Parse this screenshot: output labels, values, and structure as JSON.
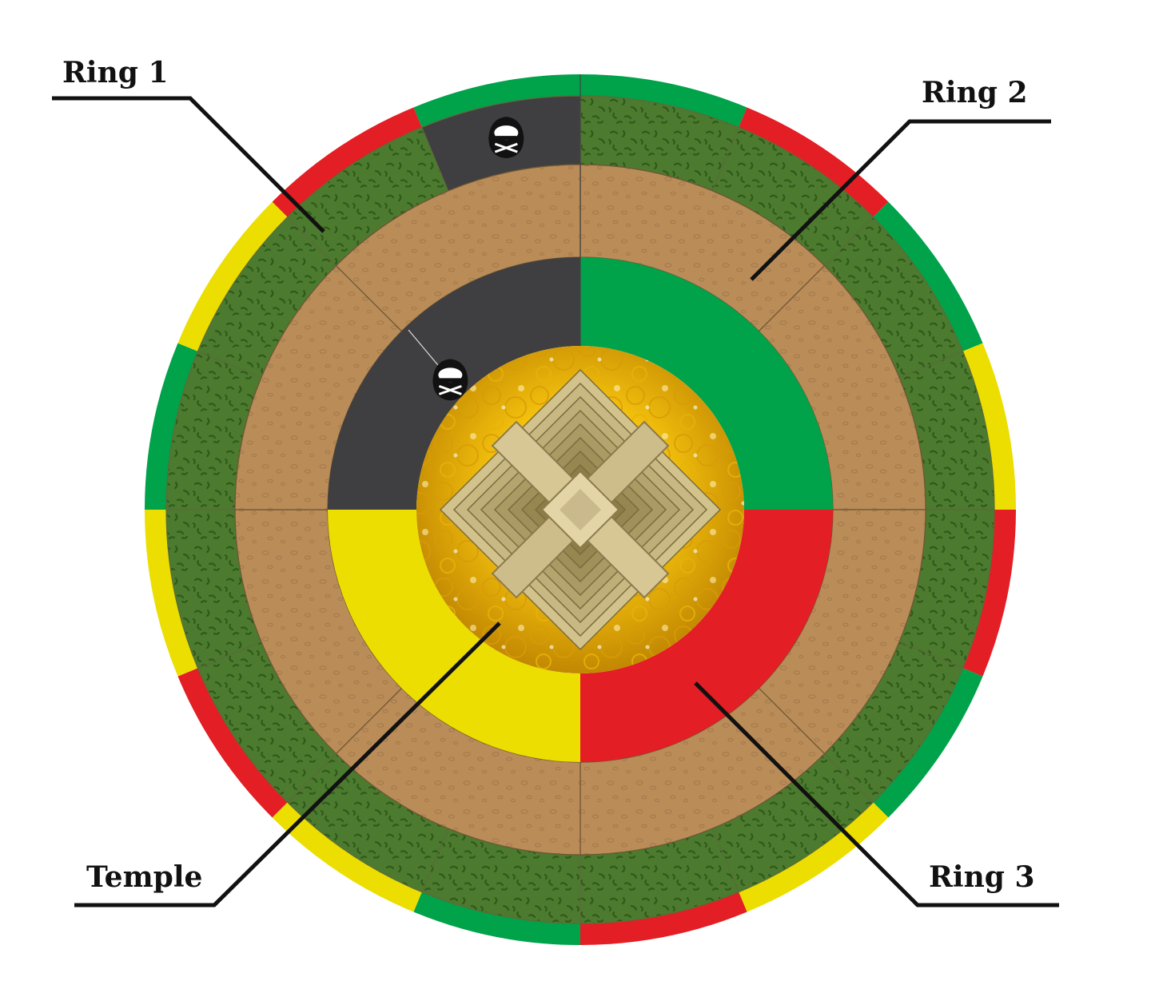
{
  "labels": {
    "ring1": "Ring 1",
    "ring2": "Ring 2",
    "ring3": "Ring 3",
    "temple": "Temple"
  },
  "colors": {
    "red": "#e31e24",
    "green": "#00a24a",
    "yellow": "#ecde00",
    "dark": "#3f3e40",
    "jungle": "#4c7a2e",
    "jungle_dark": "#3c6224",
    "sand": "#b98c58",
    "sand_line": "#a3784a",
    "gold": "#f4c20d",
    "gold_dark": "#c48a02",
    "stone": "#c9b98c",
    "stone_dark": "#8c7a4e"
  },
  "board": {
    "outer_rim": [
      "green",
      "red",
      "green",
      "yellow",
      "red",
      "green",
      "yellow",
      "red",
      "green",
      "yellow",
      "red",
      "yellow",
      "green",
      "yellow",
      "red",
      "green"
    ],
    "ring1_sectors": [
      "jungle",
      "jungle",
      "jungle",
      "jungle",
      "jungle",
      "jungle",
      "jungle",
      "jungle",
      "jungle",
      "jungle",
      "jungle",
      "jungle",
      "jungle",
      "jungle",
      "jungle",
      "dark"
    ],
    "ring2_sectors": [
      "sand",
      "sand",
      "sand",
      "sand",
      "sand",
      "sand",
      "sand",
      "sand"
    ],
    "ring3_quadrants": [
      "green",
      "red",
      "yellow",
      "dark"
    ],
    "markers": [
      {
        "ring": "ring1",
        "sector": 15,
        "icon": "explorer-head-icon"
      },
      {
        "ring": "ring3",
        "sector": 3,
        "icon": "explorer-head-icon"
      }
    ]
  }
}
